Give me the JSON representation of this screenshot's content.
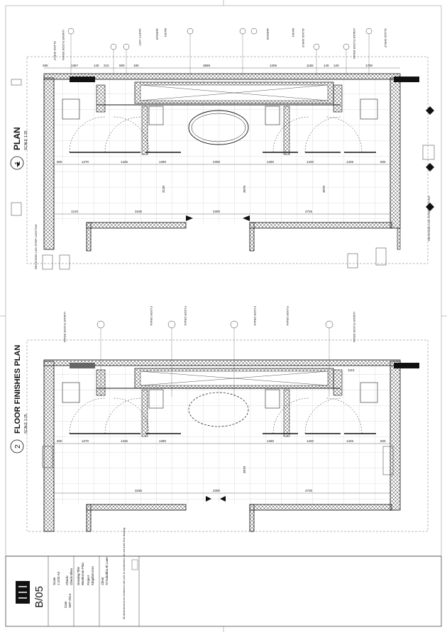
{
  "sheet": {
    "number": "B/05",
    "date_label": "Date",
    "date_value": "SEP 2014",
    "checked_label": "Check:",
    "checked_value": "Check Bhex",
    "scale_label": "Scale",
    "scale_value": "1:1/25 A3"
  },
  "project_info": {
    "client_label": "Client",
    "client_value": "Al Nukabba Bi Lane",
    "project_label": "Project",
    "project_value": "Kingdom Iron",
    "drawing_label": "Drawing Title",
    "drawing_value": "Washroom Plan",
    "notes": "All dimensions to be verified on site prior to construction. Do not scale from drawing."
  },
  "plan1": {
    "title": "PLAN",
    "scale": "SCALE 1:25",
    "number": "1",
    "dims_top": [
      "290",
      "1367",
      "140",
      "210",
      "900",
      "180",
      "3888",
      "1205",
      "1155",
      "140",
      "120",
      "1700"
    ],
    "dims_mid": [
      "600",
      "1270",
      "1425",
      "1280",
      "2300",
      "1280",
      "1420",
      "1425",
      "600"
    ],
    "dims_bottom": [
      "1210",
      "3165",
      "2300",
      "4725"
    ],
    "dims_vertical": [
      "3130",
      "3070",
      "3070"
    ]
  },
  "plan2": {
    "title": "FLOOR FINISHES PLAN",
    "scale": "SCALE 1:25",
    "number": "2",
    "dims_mid": [
      "600",
      "1270",
      "1425",
      "1280",
      "1280",
      "1420",
      "1425",
      "600"
    ],
    "dims_bottom": [
      "3165",
      "2300",
      "4725"
    ],
    "dims_vertical": [
      "3070"
    ],
    "dims_top": [
      "1110"
    ]
  },
  "callouts": {
    "glass_shelf": "GLASS SHELF",
    "linear_drain": "LINEAR FLOOR DRAIN",
    "floor_drain": "FLOOR DRAIN",
    "basin": "BASIN",
    "mirror": "MIRROR",
    "vanity": "VANITY UNIT",
    "led": "RECESSED LED STRIP LIGHTING"
  }
}
